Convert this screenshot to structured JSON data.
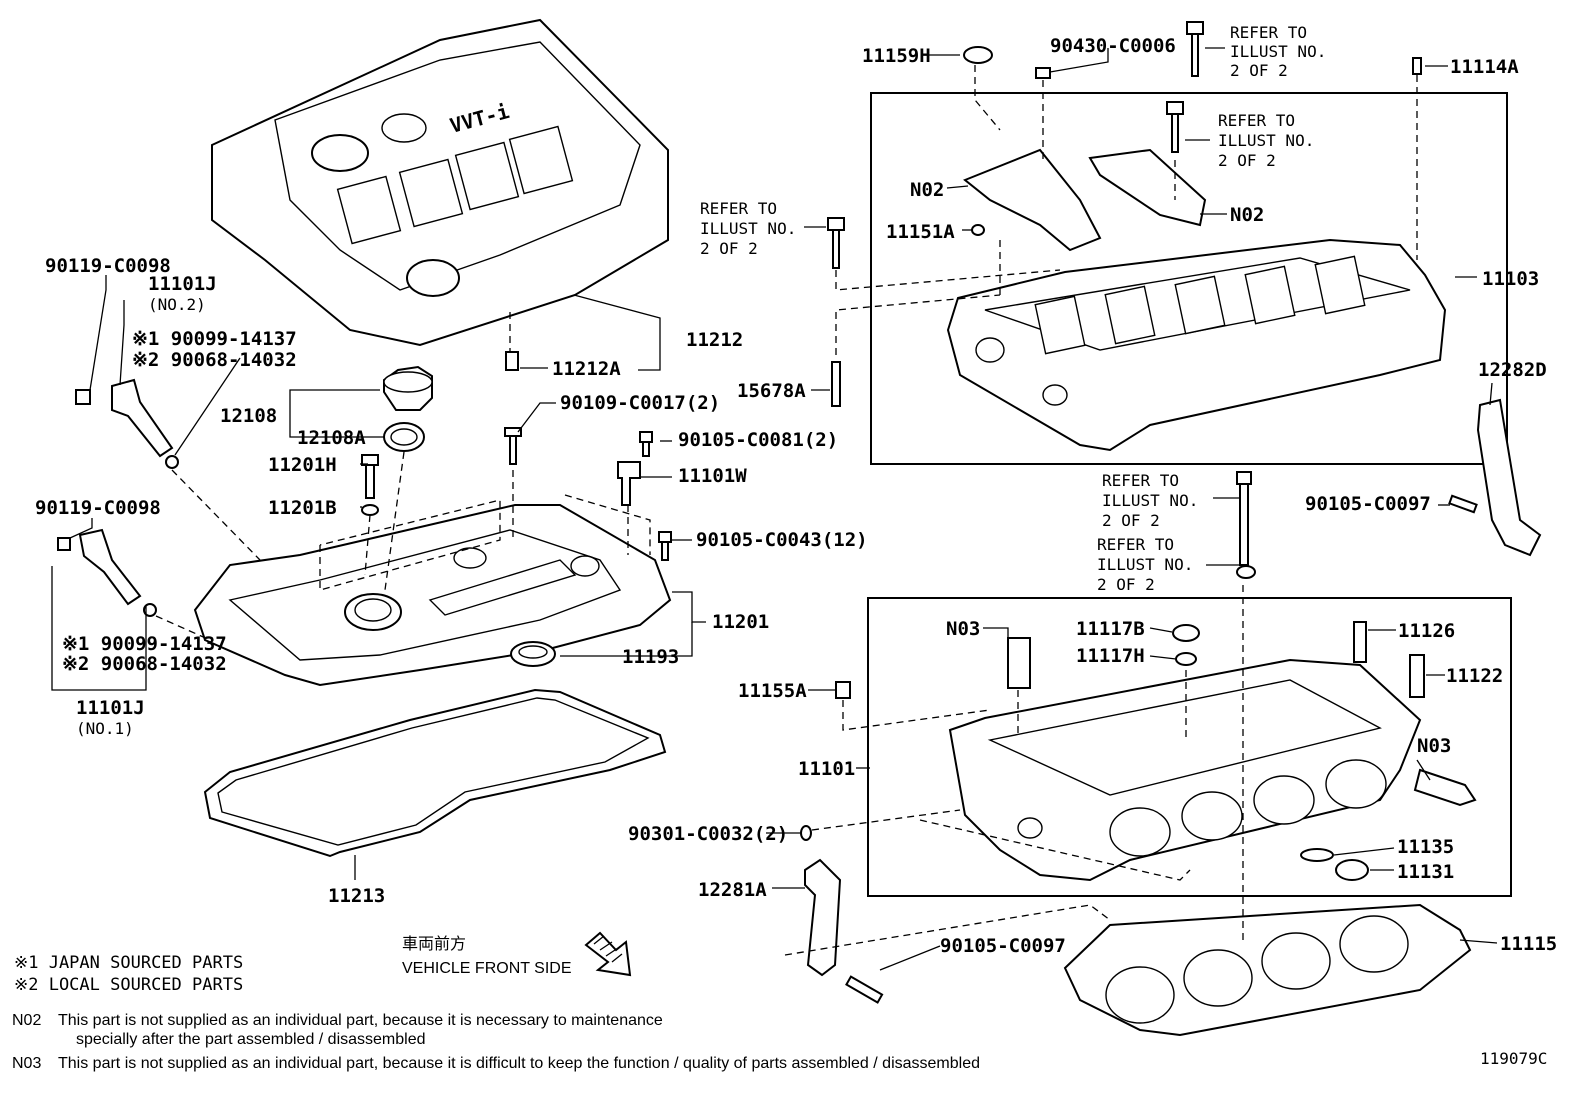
{
  "labels": {
    "p90119_top": "90119-C0098",
    "p11101J_no2": "11101J",
    "no2": "(NO.2)",
    "ref1_a": "※1 90099-14137",
    "ref2_a": "※2 90068-14032",
    "p12108": "12108",
    "p12108A": "12108A",
    "p11201H": "11201H",
    "p11201B": "11201B",
    "p90119_bot": "90119-C0098",
    "ref1_b": "※1 90099-14137",
    "ref2_b": "※2 90068-14032",
    "p11101J_no1": "11101J",
    "no1": "(NO.1)",
    "p11213": "11213",
    "p11212": "11212",
    "p11212A": "11212A",
    "p90109": "90109-C0017(2)",
    "p90105_0081": "90105-C0081(2)",
    "p11101W": "11101W",
    "p90105_0043": "90105-C0043(12)",
    "p11201": "11201",
    "p11193": "11193",
    "p11159H": "11159H",
    "p90430": "90430-C0006",
    "p11114A": "11114A",
    "n02_a": "N02",
    "n02_b": "N02",
    "p11151A": "11151A",
    "p11103": "11103",
    "p15678A": "15678A",
    "p12282D": "12282D",
    "p90105_0097_r": "90105-C0097",
    "n03_a": "N03",
    "n03_b": "N03",
    "p11117B": "11117B",
    "p11117H": "11117H",
    "p11126": "11126",
    "p11122": "11122",
    "p11155A": "11155A",
    "p11101": "11101",
    "p90301": "90301-C0032(2)",
    "p11135": "11135",
    "p11131": "11131",
    "p12281A": "12281A",
    "p90105_0097_b": "90105-C0097",
    "p11115": "11115",
    "figure_id": "119079C"
  },
  "refer_blocks": {
    "r1": [
      "REFER TO",
      "ILLUST NO.",
      "2 OF 2"
    ],
    "r2": [
      "REFER TO",
      "ILLUST NO.",
      "2 OF 2"
    ],
    "r3": [
      "REFER TO",
      "ILLUST NO.",
      "2 OF 2"
    ],
    "r4": [
      "REFER TO",
      "ILLUST NO.",
      "2 OF 2"
    ],
    "r5": [
      "REFER TO",
      "ILLUST NO.",
      "2 OF 2"
    ]
  },
  "front": {
    "jp": "車両前方",
    "en": "VEHICLE FRONT SIDE"
  },
  "legend": {
    "l1": "※1 JAPAN SOURCED PARTS",
    "l2": "※2 LOCAL SOURCED PARTS"
  },
  "notes": {
    "n02_code": "N02",
    "n02_line1": "This part is not supplied as an individual part, because it is necessary to maintenance",
    "n02_line2": "specially after the part assembled / disassembled",
    "n03_code": "N03",
    "n03_line1": "This part is not supplied as an individual part, because it is difficult to keep the function / quality of parts  assembled / disassembled"
  },
  "cover_text": "VVT-i"
}
